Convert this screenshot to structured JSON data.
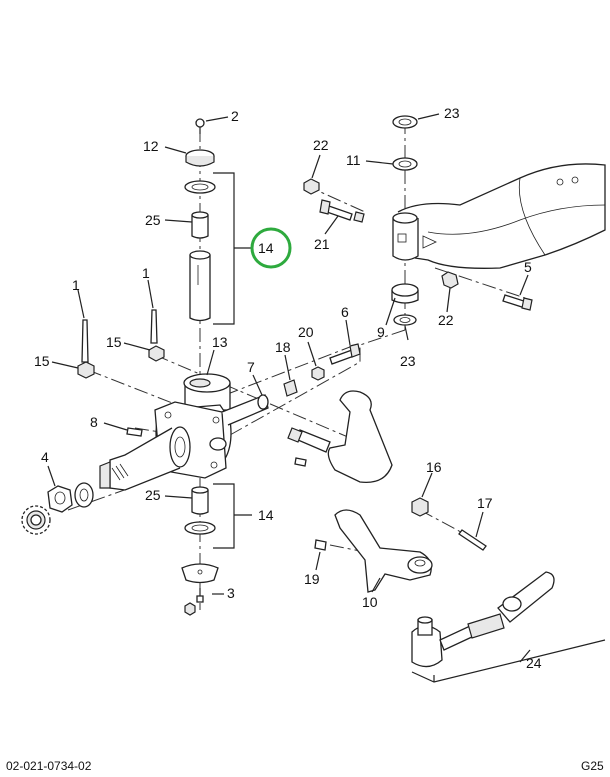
{
  "diagram": {
    "callouts": {
      "c2": "2",
      "c12": "12",
      "c25_top": "25",
      "c14_top": "14",
      "c1_left": "1",
      "c1_mid": "1",
      "c15_left": "15",
      "c15_mid": "15",
      "c13": "13",
      "c7": "7",
      "c18": "18",
      "c20": "20",
      "c6": "6",
      "c8": "8",
      "c4": "4",
      "c25_bot": "25",
      "c14_bot": "14",
      "c3": "3",
      "c23_top": "23",
      "c22_top": "22",
      "c11": "11",
      "c21": "21",
      "c5": "5",
      "c9": "9",
      "c22_bot": "22",
      "c23_bot": "23",
      "c16": "16",
      "c17": "17",
      "c19": "19",
      "c10": "10",
      "c24": "24"
    },
    "highlight_color": "#2eaa3e"
  },
  "footer": {
    "left": "02-021-0734-02",
    "right": "G25"
  }
}
